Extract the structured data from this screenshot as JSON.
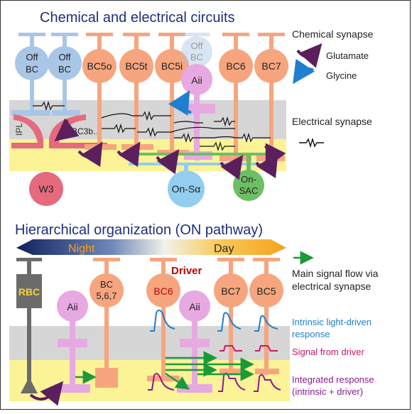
{
  "top": {
    "title": "Chemical and electrical circuits",
    "cells": {
      "off_bc_1": [
        "Off",
        "BC"
      ],
      "off_bc_2": [
        "Off",
        "BC"
      ],
      "bc5o": "BC5o",
      "bc5t": "BC5t",
      "bc5i": "BC5i",
      "off_bc_faded": [
        "Off",
        "BC"
      ],
      "aii": "Aii",
      "bc6": "BC6",
      "bc7": "BC7",
      "w3": "W3",
      "on_salpha": "On-Sα",
      "on_sac": [
        "On-",
        "SAC"
      ]
    },
    "ipl_label": "IPL",
    "bc3b_label": "BC3b…",
    "legend": {
      "chemical_synapse": "Chemical synapse",
      "glutamate": "Glutamate",
      "glycine": "Glycine",
      "electrical_synapse": "Electrical synapse"
    }
  },
  "bottom": {
    "title": "Hierarchical organization (ON pathway)",
    "night": "Night",
    "day": "Day",
    "driver": "Driver",
    "cells": {
      "rbc": "RBC",
      "aii_1": "Aii",
      "bc567": [
        "BC",
        "5,6,7"
      ],
      "bc6": "BC6",
      "aii_2": "Aii",
      "bc7": "BC7",
      "bc5": "BC5"
    },
    "legend": {
      "main_flow": [
        "Main signal flow via",
        "electrical synapse"
      ],
      "intrinsic": [
        "Intrinsic light-driven",
        "response"
      ],
      "driver_signal": "Signal from driver",
      "integrated": [
        "Integrated response",
        "(intrinsic + driver)"
      ]
    }
  },
  "colors": {
    "title": "#1f2f7a",
    "orange": "#f6a57f",
    "blue_cell": "#a9c6e6",
    "pink_cell": "#e7a9e2",
    "red_cell": "#e56a7e",
    "light_blue": "#93cdf0",
    "green_cell": "#6cbf64",
    "gray_band": "#d6d6d6",
    "yellow_band": "#fbf396",
    "purple": "#5c1f5e",
    "intrinsic": "#1f7fd0",
    "driver": "#c8176a",
    "integrated": "#8b1b8f",
    "arrow_green": "#1b9a3a",
    "driver_text": "#c00000",
    "rbc": "#6b6b6b",
    "rbc_text": "#f5d23a"
  }
}
